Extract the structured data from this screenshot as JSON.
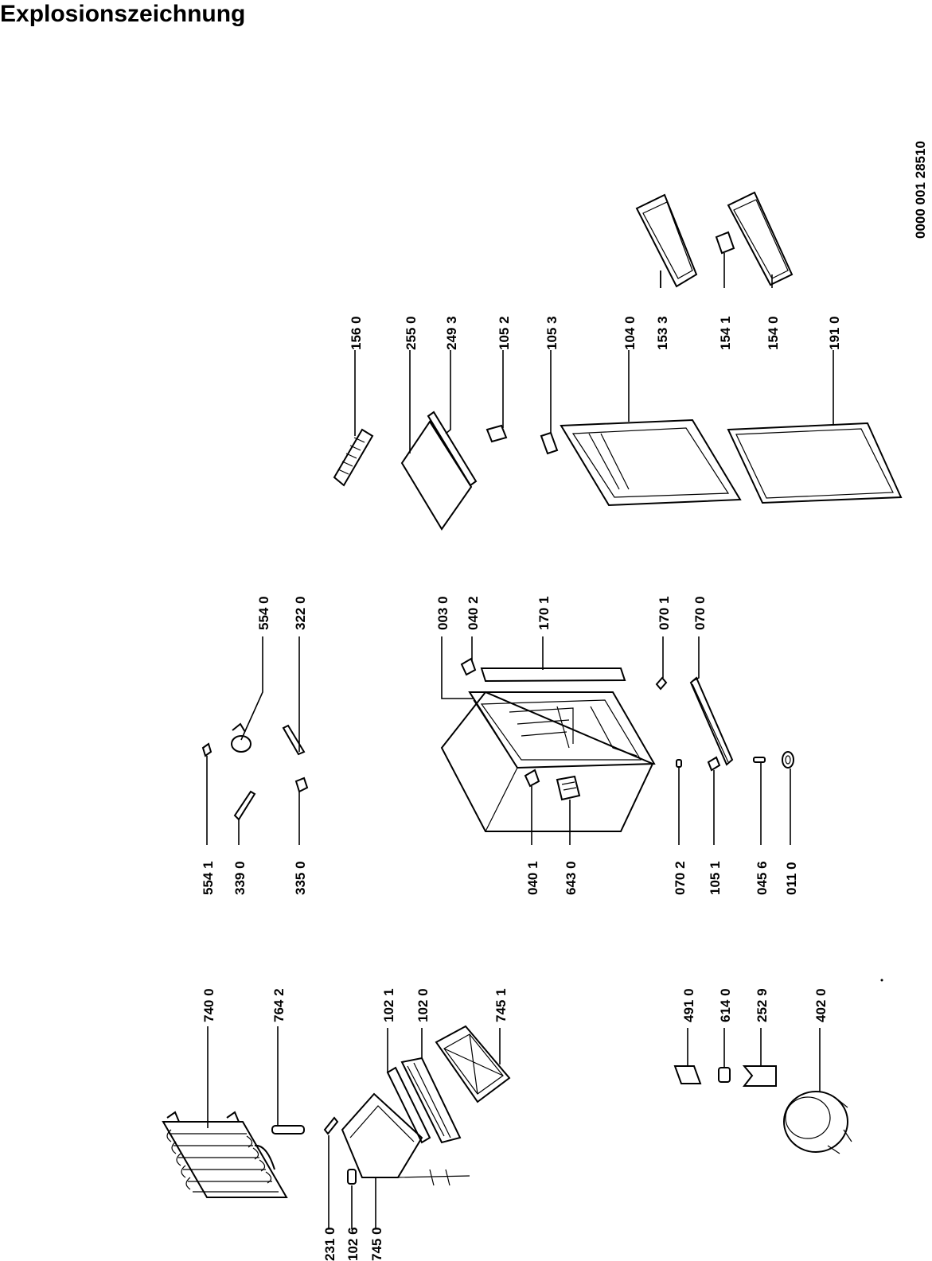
{
  "title": "Explosionszeichnung",
  "document_number": "0000 001 28510",
  "labels": {
    "p7400": "740 0",
    "p7642": "764 2",
    "p1021": "102 1",
    "p1020": "102 0",
    "p7451": "745 1",
    "p2310": "231 0",
    "p1026": "102 6",
    "p7450": "745 0",
    "p4910": "491 0",
    "p6140": "614 0",
    "p2529": "252 9",
    "p4020": "402 0",
    "p5541": "554 1",
    "p3390": "339 0",
    "p3350": "335 0",
    "p5540": "554 0",
    "p3220": "322 0",
    "p0030": "003 0",
    "p0402": "040 2",
    "p1701": "170 1",
    "p0401": "040 1",
    "p6430": "643 0",
    "p0701": "070 1",
    "p0700": "070 0",
    "p0702": "070 2",
    "p1051": "105 1",
    "p0456": "045 6",
    "p0110": "011 0",
    "p1560": "156 0",
    "p2550": "255 0",
    "p2493": "249 3",
    "p1052": "105 2",
    "p1053": "105 3",
    "p1040": "104 0",
    "p1533": "153 3",
    "p1541": "154 1",
    "p1540": "154 0",
    "p1910": "191 0"
  }
}
